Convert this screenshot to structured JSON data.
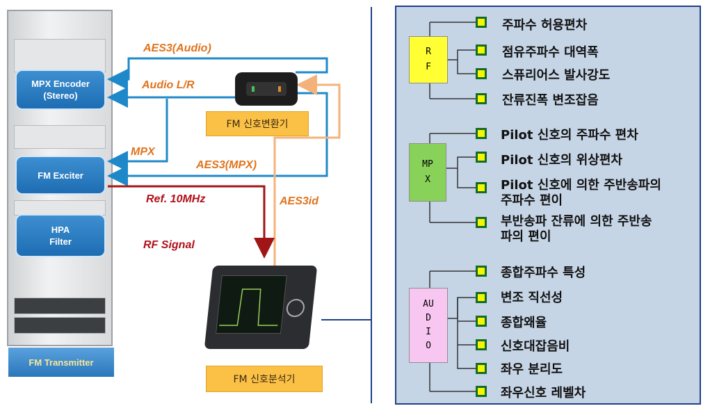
{
  "transmitter": {
    "modules": [
      {
        "label": "MPX Encoder\n(Stereo)"
      },
      {
        "label": "FM Exciter"
      },
      {
        "label": "HPA\nFilter"
      }
    ],
    "title": "FM Transmitter"
  },
  "signals": {
    "aes3_audio": "AES3(Audio)",
    "audio_lr": "Audio L/R",
    "mpx": "MPX",
    "aes3_mpx": "AES3(MPX)",
    "ref_10mhz": "Ref. 10MHz",
    "rf_signal": "RF Signal",
    "aes3id": "AES3id"
  },
  "devices": {
    "converter_label": "FM 신호변환기",
    "analyzer_label": "FM 신호분석기"
  },
  "categories": [
    {
      "label": "R\nF",
      "color": "#ffff33"
    },
    {
      "label": "MP\nX",
      "color": "#88d25a"
    },
    {
      "label": "AU\nD\nI\nO",
      "color": "#f7c7f1"
    }
  ],
  "items": {
    "rf": [
      "주파수 허용편차",
      "점유주파수 대역폭",
      "스퓨리어스 발사강도",
      "잔류진폭 변조잡음"
    ],
    "mpx": [
      "Pilot 신호의 주파수 편차",
      "Pilot 신호의 위상편차",
      "Pilot 신호에 의한 주반송파의\n주파수 편이",
      "부반송파 잔류에 의한 주반송\n파의 편이"
    ],
    "audio": [
      "종합주파수 특성",
      "변조 직선성",
      "종합왜율",
      "신호대잡음비",
      "좌우 분리도",
      "좌우신호 레벨차"
    ]
  },
  "colors": {
    "module_blue": "#2f7fc4",
    "arrow_blue": "#1e88c9",
    "arrow_orange": "#f4b27a",
    "arrow_red": "#a01515",
    "label_orange": "#e0731c",
    "label_red": "#b0101a",
    "checkbox_yellow": "#f5f700",
    "checkbox_green": "#136a2a",
    "panel_bg": "#c6d5e6"
  }
}
